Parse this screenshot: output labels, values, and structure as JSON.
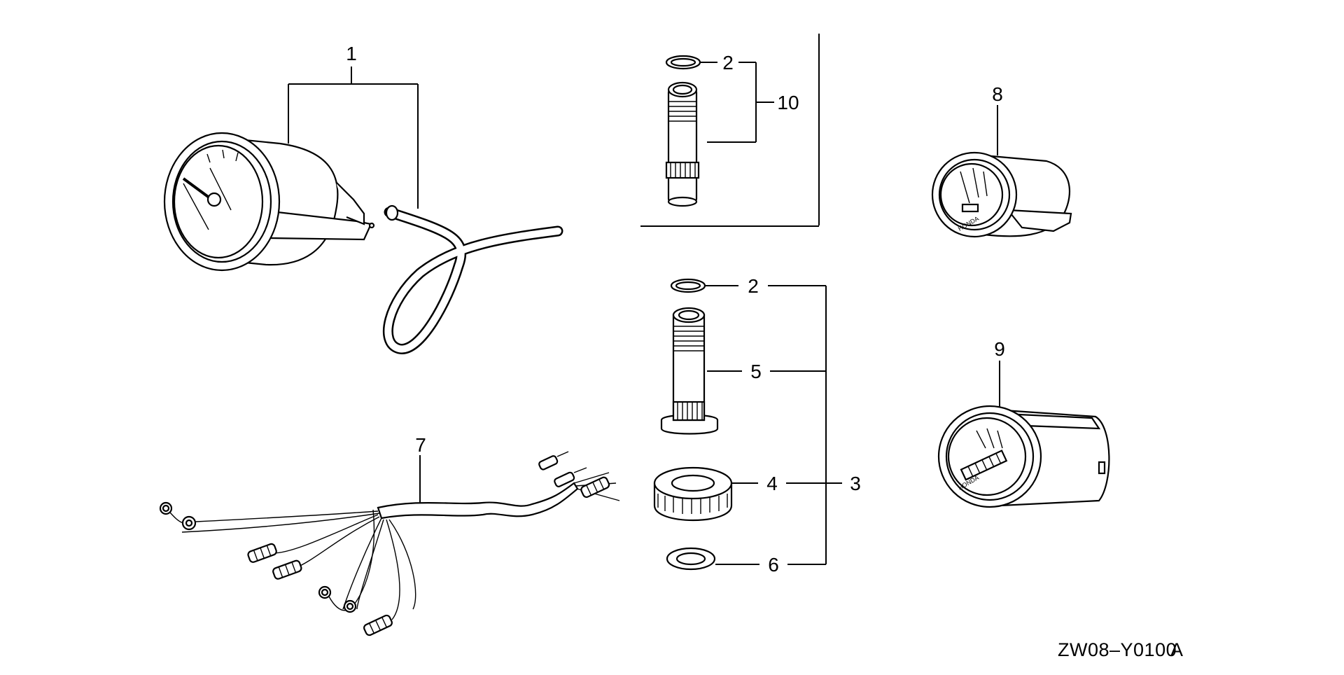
{
  "diagram": {
    "callouts": {
      "c1": "1",
      "c2a": "2",
      "c10": "10",
      "c8": "8",
      "c2b": "2",
      "c5": "5",
      "c9": "9",
      "c7": "7",
      "c4": "4",
      "c3": "3",
      "c6": "6"
    },
    "part_code": "ZW08–Y0100",
    "revision": "A",
    "gauge_brand": "HONDA"
  }
}
